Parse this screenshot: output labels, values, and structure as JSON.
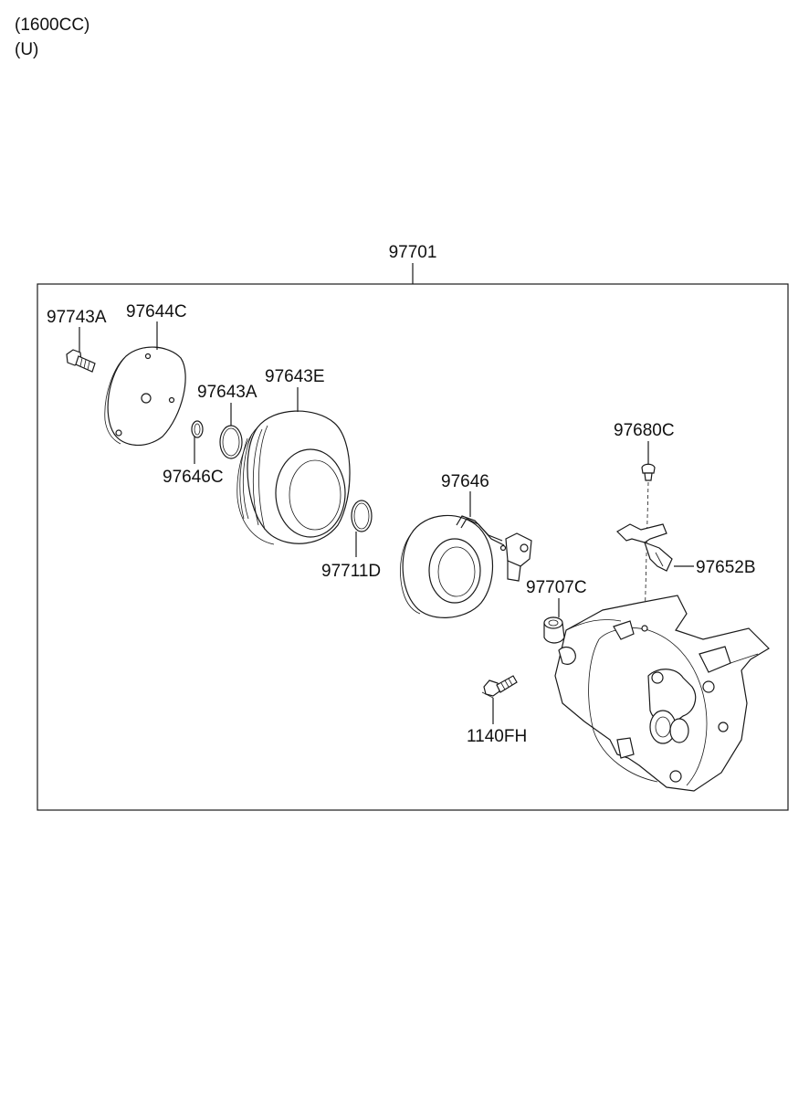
{
  "header": {
    "line1": "(1600CC)",
    "line2": "(U)"
  },
  "assembly_label": "97701",
  "callouts": {
    "p97743A": "97743A",
    "p97644C": "97644C",
    "p97643A": "97643A",
    "p97643E": "97643E",
    "p97646C": "97646C",
    "p97711D": "97711D",
    "p97646": "97646",
    "p97680C": "97680C",
    "p97652B": "97652B",
    "p97707C": "97707C",
    "p1140FH": "1140FH"
  },
  "icons": [
    "bolt-icon",
    "clutch-hub-plate",
    "shim-ring",
    "snap-ring",
    "pulley",
    "field-coil",
    "bracket",
    "compressor-body"
  ]
}
